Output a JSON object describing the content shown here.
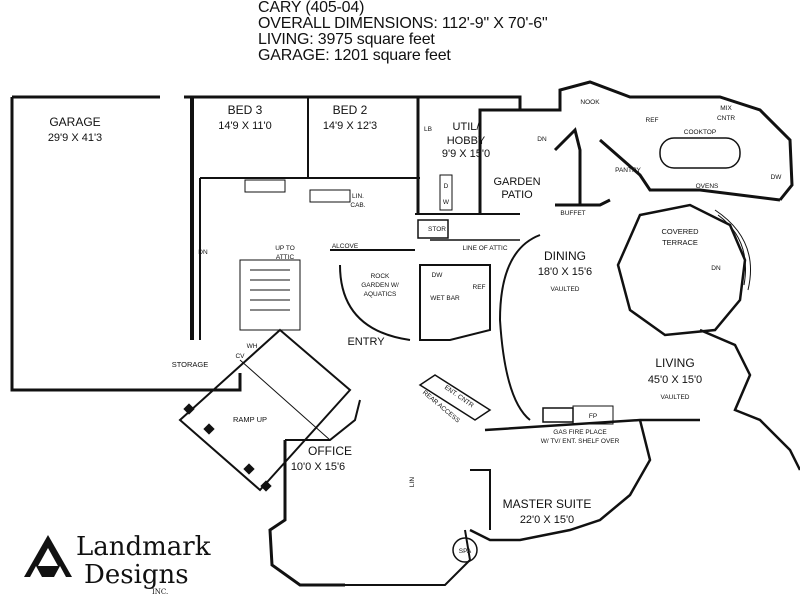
{
  "header": {
    "line1": "CARY (405-04)",
    "line2": "OVERALL DIMENSIONS: 112'-9\" X 70'-6\"",
    "line3": "LIVING: 3975 square feet",
    "line4": "GARAGE: 1201 square feet"
  },
  "rooms": {
    "garage": "GARAGE",
    "garage_dim": "29'9 X 41'3",
    "bed3": "BED 3",
    "bed3_dim": "14'9 X 11'0",
    "bed2": "BED 2",
    "bed2_dim": "14'9 X 12'3",
    "util": "UTIL/",
    "util2": "HOBBY",
    "util_dim": "9'9 X 15'0",
    "garden": "GARDEN",
    "garden2": "PATIO",
    "dining": "DINING",
    "dining_dim": "18'0 X 15'6",
    "dining_note": "VAULTED",
    "living": "LIVING",
    "living_dim": "45'0 X 15'0",
    "living_note": "VAULTED",
    "covered": "COVERED",
    "covered2": "TERRACE",
    "office": "OFFICE",
    "office_dim": "10'0 X 15'6",
    "master": "MASTER SUITE",
    "master_dim": "22'0 X 15'0",
    "entry": "ENTRY",
    "storage": "STORAGE",
    "ramp": "RAMP UP",
    "rock1": "ROCK",
    "rock2": "GARDEN W/",
    "rock3": "AQUATICS",
    "wetbar": "WET BAR",
    "alcove": "ALCOVE",
    "upto1": "UP TO",
    "upto2": "ATTIC",
    "linecab1": "LIN.",
    "linecab2": "CAB.",
    "lineattic": "LINE OF ATTIC",
    "nook": "NOOK",
    "ref": "REF",
    "mix1": "MIX",
    "mix2": "CNTR",
    "cooktop": "COOKTOP",
    "dw": "DW",
    "ovens": "OVENS",
    "pantry": "PANTRY",
    "buffet": "BUFFET",
    "stor": "STOR",
    "dn": "DN",
    "dn2": "DN",
    "dn3": "DN",
    "lb": "LB",
    "d": "D",
    "w": "W",
    "dw2": "DW",
    "ref2": "REF",
    "wh": "WH",
    "cv": "CV",
    "fp": "FP",
    "gasfp1": "GAS FIRE PLACE",
    "gasfp2": "W/ TV/ ENT. SHELF OVER",
    "entcntr": "ENT. CNTR",
    "rear": "REAR ACCESS",
    "lin": "LIN",
    "spa": "SPA"
  },
  "logo": {
    "name1": "Landmark",
    "name2": "Designs",
    "inc": "INC."
  }
}
